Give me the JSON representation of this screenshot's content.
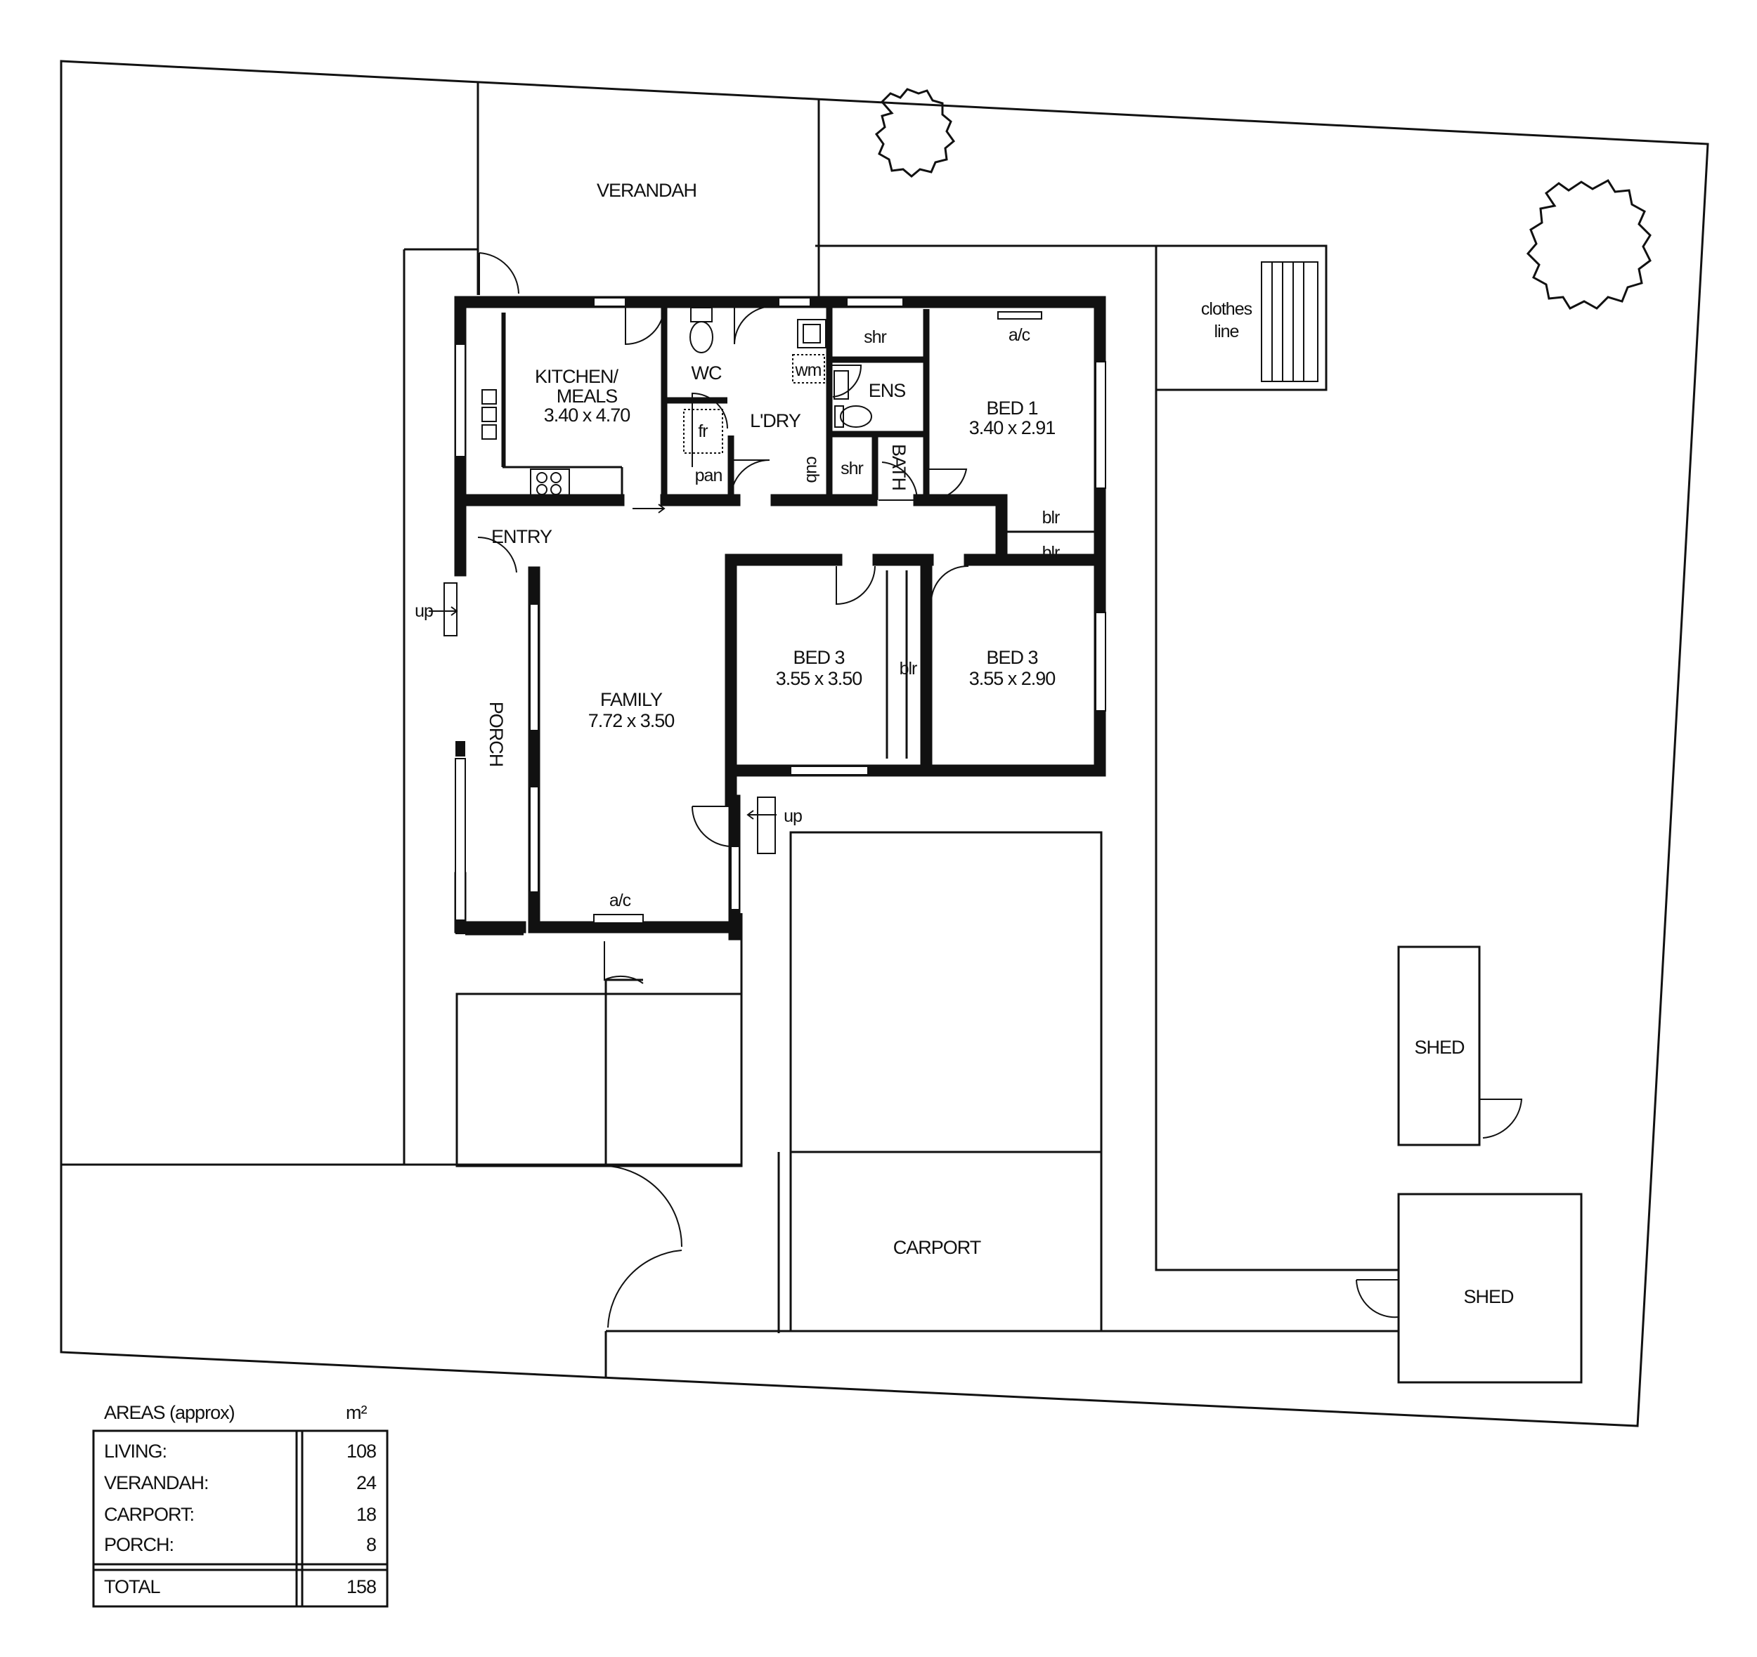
{
  "rooms": {
    "verandah": "VERANDAH",
    "kitchen_l1": "KITCHEN/",
    "kitchen_l2": "MEALS",
    "kitchen_dim": "3.40 x 4.70",
    "wc": "WC",
    "ldry": "L'DRY",
    "ens": "ENS",
    "bath": "BATH",
    "bed1": "BED 1",
    "bed1_dim": "3.40 x 2.91",
    "entry": "ENTRY",
    "porch": "PORCH",
    "family": "FAMILY",
    "family_dim": "7.72 x 3.50",
    "bed3a": "BED 3",
    "bed3a_dim": "3.55 x 3.50",
    "bed3b": "BED 3",
    "bed3b_dim": "3.55 x 2.90",
    "carport": "CARPORT",
    "shed1": "SHED",
    "shed2": "SHED",
    "clothes_l1": "clothes",
    "clothes_l2": "line"
  },
  "fixtures": {
    "shr_ens": "shr",
    "shr_bath": "shr",
    "wm": "wm",
    "fr": "fr",
    "pan": "pan",
    "cub": "cub",
    "blr1": "blr",
    "blr2": "blr",
    "blr3": "blr",
    "ac1": "a/c",
    "ac2": "a/c",
    "up1": "up",
    "up2": "up"
  },
  "areas": {
    "title": "AREAS (approx)",
    "unit": "m²",
    "rows": [
      {
        "label": "LIVING:",
        "value": "108"
      },
      {
        "label": "VERANDAH:",
        "value": "24"
      },
      {
        "label": "CARPORT:",
        "value": "18"
      },
      {
        "label": "PORCH:",
        "value": "8"
      }
    ],
    "total_label": "TOTAL",
    "total_value": "158"
  }
}
